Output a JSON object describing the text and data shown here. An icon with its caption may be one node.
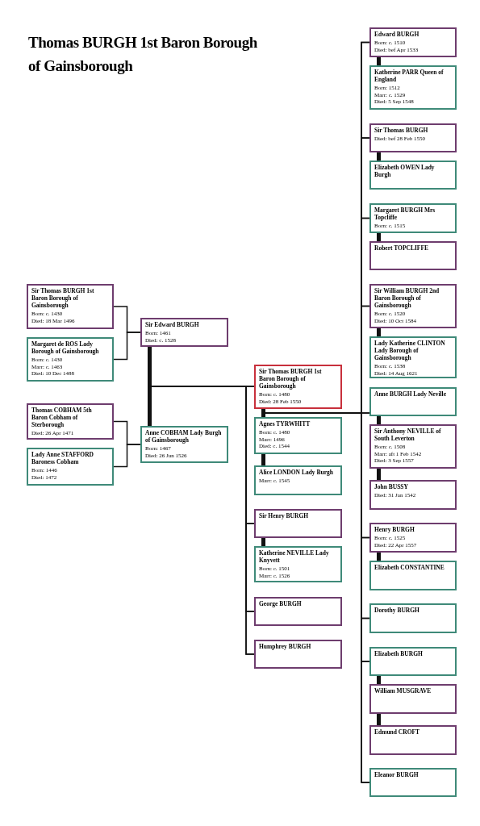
{
  "diagram": {
    "title": "Thomas BURGH 1st Baron Borough of Gainsborough",
    "nodes": [
      {
        "text": [
          "Sir Thomas BURGH 1st Baron Borough of Gainsborough",
          "Born: c. 1430",
          "Died: 18 Mar 1496"
        ]
      },
      {
        "text": [
          "Margaret de ROS Lady Borough of Gainsborough",
          "Born: c. 1430",
          "Marr: c. 1463",
          "Died: 10 Dec 1488"
        ]
      },
      {
        "text": [
          "Sir Edward BURGH",
          "Born: 1461",
          "Died: c. 1528"
        ]
      },
      {
        "text": [
          "Thomas COBHAM 5th Baron Cobham of Sterborough",
          "Died: 26 Apr 1471"
        ]
      },
      {
        "text": [
          "Lady Anne STAFFORD Baroness Cobham",
          "Born: 1446",
          "Died: 1472"
        ]
      },
      {
        "text": [
          "Anne COBHAM Lady Burgh of Gainsborough",
          "Born: 1467",
          "Died: 26 Jun 1526"
        ]
      },
      {
        "text": [
          "Sir Thomas BURGH 1st Baron Borough of Gainsborough",
          "Born: c. 1480",
          "Died: 28 Feb 1550"
        ]
      },
      {
        "text": [
          "Agnes TYRWHITT",
          "Born: c. 1480",
          "Marr: 1496",
          "Died: c. 1544"
        ]
      },
      {
        "text": [
          "Alice LONDON Lady Burgh",
          "Marr: c. 1545"
        ]
      },
      {
        "text": [
          "Sir Henry BURGH"
        ]
      },
      {
        "text": [
          "Katherine NEVILLE Lady Knyvett",
          "Born: c. 1501",
          "Marr: c. 1526"
        ]
      },
      {
        "text": [
          "George BURGH"
        ]
      },
      {
        "text": [
          "Humphrey BURGH"
        ]
      },
      {
        "text": [
          "Edward BURGH",
          "Born: c. 1510",
          "Died: bef Apr 1533"
        ]
      },
      {
        "text": [
          "Katherine PARR Queen of England",
          "Born: 1512",
          "Marr: c. 1529",
          "Died: 5 Sep 1548"
        ]
      },
      {
        "text": [
          "Sir Thomas BURGH",
          "Died: bef 28 Feb 1550"
        ]
      },
      {
        "text": [
          "Elizabeth OWEN Lady Burgh"
        ]
      },
      {
        "text": [
          "Margaret BURGH Mrs Topcliffe",
          "Born: c. 1515"
        ]
      },
      {
        "text": [
          "Robert TOPCLIFFE"
        ]
      },
      {
        "text": [
          "Sir William BURGH 2nd Baron Borough of Gainsborough",
          "Born: c. 1520",
          "Died: 10 Oct 1584"
        ]
      },
      {
        "text": [
          "Lady Katherine CLINTON Lady Borough of Gainsborough",
          "Born: c. 1538",
          "Died: 14 Aug 1621"
        ]
      },
      {
        "text": [
          "Anne BURGH Lady Neville"
        ]
      },
      {
        "text": [
          "Sir Anthony NEVILLE of South Leverton",
          "Born: c. 1508",
          "Marr: aft 1 Feb 1542",
          "Died: 3 Sep 1557"
        ]
      },
      {
        "text": [
          "John BUSSY",
          "Died: 31 Jan 1542"
        ]
      },
      {
        "text": [
          "Henry BURGH",
          "Born: c. 1525",
          "Died: 22 Apr 1557"
        ]
      },
      {
        "text": [
          "Elizabeth CONSTANTINE"
        ]
      },
      {
        "text": [
          "Dorothy BURGH"
        ]
      },
      {
        "text": [
          "Elizabeth BURGH"
        ]
      },
      {
        "text": [
          "William MUSGRAVE"
        ]
      },
      {
        "text": [
          "Edmund CROFT"
        ]
      },
      {
        "text": [
          "Eleanor BURGH"
        ]
      }
    ],
    "edges": [
      {
        "from": 0,
        "to": 2,
        "arrow": "none"
      },
      {
        "from": 1,
        "to": 2,
        "arrow": "none"
      },
      {
        "from": 3,
        "to": 5,
        "arrow": "none"
      },
      {
        "from": 4,
        "to": 5,
        "arrow": "none"
      },
      {
        "from": 2,
        "to": 5,
        "arrow": "none",
        "style": "thick"
      },
      {
        "from": 2,
        "to": 6,
        "arrow": "none"
      },
      {
        "from": 5,
        "to": 6,
        "arrow": "none"
      },
      {
        "from": 2,
        "to": 9,
        "arrow": "none"
      },
      {
        "from": 5,
        "to": 9,
        "arrow": "none"
      },
      {
        "from": 2,
        "to": 11,
        "arrow": "none"
      },
      {
        "from": 5,
        "to": 11,
        "arrow": "none"
      },
      {
        "from": 2,
        "to": 12,
        "arrow": "none"
      },
      {
        "from": 5,
        "to": 12,
        "arrow": "none"
      },
      {
        "from": 6,
        "to": 7,
        "arrow": "none",
        "style": "thick"
      },
      {
        "from": 7,
        "to": 8,
        "arrow": "none",
        "style": "thick"
      },
      {
        "from": 9,
        "to": 10,
        "arrow": "none",
        "style": "thick"
      },
      {
        "from": 6,
        "to": 13,
        "arrow": "none"
      },
      {
        "from": 7,
        "to": 13,
        "arrow": "none"
      },
      {
        "from": 6,
        "to": 15,
        "arrow": "none"
      },
      {
        "from": 7,
        "to": 15,
        "arrow": "none"
      },
      {
        "from": 6,
        "to": 17,
        "arrow": "none"
      },
      {
        "from": 7,
        "to": 17,
        "arrow": "none"
      },
      {
        "from": 6,
        "to": 19,
        "arrow": "none"
      },
      {
        "from": 7,
        "to": 19,
        "arrow": "none"
      },
      {
        "from": 6,
        "to": 21,
        "arrow": "none"
      },
      {
        "from": 7,
        "to": 21,
        "arrow": "none"
      },
      {
        "from": 6,
        "to": 24,
        "arrow": "none"
      },
      {
        "from": 7,
        "to": 24,
        "arrow": "none"
      },
      {
        "from": 6,
        "to": 26,
        "arrow": "none"
      },
      {
        "from": 7,
        "to": 26,
        "arrow": "none"
      },
      {
        "from": 6,
        "to": 27,
        "arrow": "none"
      },
      {
        "from": 7,
        "to": 27,
        "arrow": "none"
      },
      {
        "from": 6,
        "to": 30,
        "arrow": "none"
      },
      {
        "from": 7,
        "to": 30,
        "arrow": "none"
      },
      {
        "from": 13,
        "to": 14,
        "arrow": "none",
        "style": "thick"
      },
      {
        "from": 15,
        "to": 16,
        "arrow": "none",
        "style": "thick"
      },
      {
        "from": 17,
        "to": 18,
        "arrow": "none",
        "style": "thick"
      },
      {
        "from": 19,
        "to": 20,
        "arrow": "none",
        "style": "thick"
      },
      {
        "from": 21,
        "to": 22,
        "arrow": "none",
        "style": "thick"
      },
      {
        "from": 22,
        "to": 23,
        "arrow": "none",
        "style": "thick"
      },
      {
        "from": 24,
        "to": 25,
        "arrow": "none",
        "style": "thick"
      },
      {
        "from": 27,
        "to": 28,
        "arrow": "none",
        "style": "thick"
      },
      {
        "from": 28,
        "to": 29,
        "arrow": "none",
        "style": "thick"
      }
    ]
  }
}
